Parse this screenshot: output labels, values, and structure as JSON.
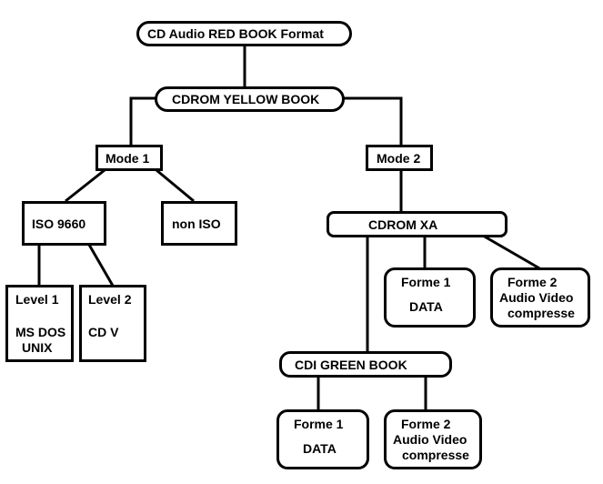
{
  "diagram": {
    "title": "CD formats hierarchy",
    "colors": {
      "stroke": "#000000",
      "fill": "#ffffff",
      "text": "#000000"
    },
    "nodes": {
      "red_book": {
        "lines": [
          "CD Audio RED BOOK  Format"
        ]
      },
      "yellow_book": {
        "lines": [
          "CDROM YELLOW BOOK"
        ]
      },
      "mode1": {
        "lines": [
          "Mode 1"
        ]
      },
      "mode2": {
        "lines": [
          "Mode 2"
        ]
      },
      "iso9660": {
        "lines": [
          "ISO 9660"
        ]
      },
      "non_iso": {
        "lines": [
          "non ISO"
        ]
      },
      "level1": {
        "lines": [
          "Level 1",
          "MS DOS",
          "UNIX"
        ]
      },
      "level2": {
        "lines": [
          "Level 2",
          "CD V"
        ]
      },
      "cdrom_xa": {
        "lines": [
          "CDROM XA"
        ]
      },
      "xa_forme1": {
        "lines": [
          "Forme 1",
          "DATA"
        ]
      },
      "xa_forme2": {
        "lines": [
          "Forme 2",
          "Audio Video",
          "compresse"
        ]
      },
      "green_book": {
        "lines": [
          "CDI GREEN BOOK"
        ]
      },
      "cdi_forme1": {
        "lines": [
          "Forme 1",
          "DATA"
        ]
      },
      "cdi_forme2": {
        "lines": [
          "Forme 2",
          "Audio Video",
          "compresse"
        ]
      }
    },
    "edges": [
      [
        "red_book",
        "yellow_book"
      ],
      [
        "yellow_book",
        "mode1"
      ],
      [
        "yellow_book",
        "mode2"
      ],
      [
        "mode1",
        "iso9660"
      ],
      [
        "mode1",
        "non_iso"
      ],
      [
        "iso9660",
        "level1"
      ],
      [
        "iso9660",
        "level2"
      ],
      [
        "mode2",
        "cdrom_xa"
      ],
      [
        "cdrom_xa",
        "xa_forme1"
      ],
      [
        "cdrom_xa",
        "xa_forme2"
      ],
      [
        "cdrom_xa",
        "green_book"
      ],
      [
        "green_book",
        "cdi_forme1"
      ],
      [
        "green_book",
        "cdi_forme2"
      ]
    ]
  }
}
